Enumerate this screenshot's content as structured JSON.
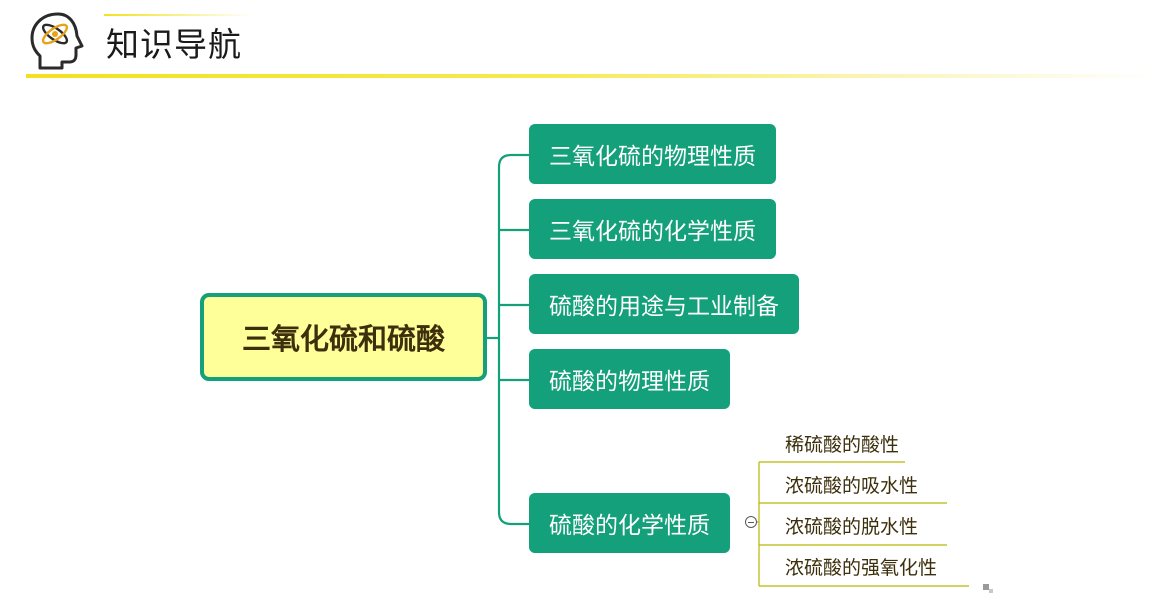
{
  "header": {
    "title": "知识导航",
    "logo_icon": "head-atom-icon"
  },
  "mindmap": {
    "root": {
      "label": "三氧化硫和硫酸"
    },
    "branches": [
      {
        "label": "三氧化硫的物理性质"
      },
      {
        "label": "三氧化硫的化学性质"
      },
      {
        "label": "硫酸的用途与工业制备"
      },
      {
        "label": "硫酸的物理性质"
      },
      {
        "label": "硫酸的化学性质",
        "children": [
          {
            "label": "稀硫酸的酸性"
          },
          {
            "label": "浓硫酸的吸水性"
          },
          {
            "label": "浓硫酸的脱水性"
          },
          {
            "label": "浓硫酸的强氧化性"
          }
        ]
      }
    ]
  },
  "colors": {
    "accent_green": "#14a07a",
    "root_fill": "#ffff9a",
    "title_line_yellow": "#f2e21e",
    "leaf_line": "#b8b800"
  }
}
